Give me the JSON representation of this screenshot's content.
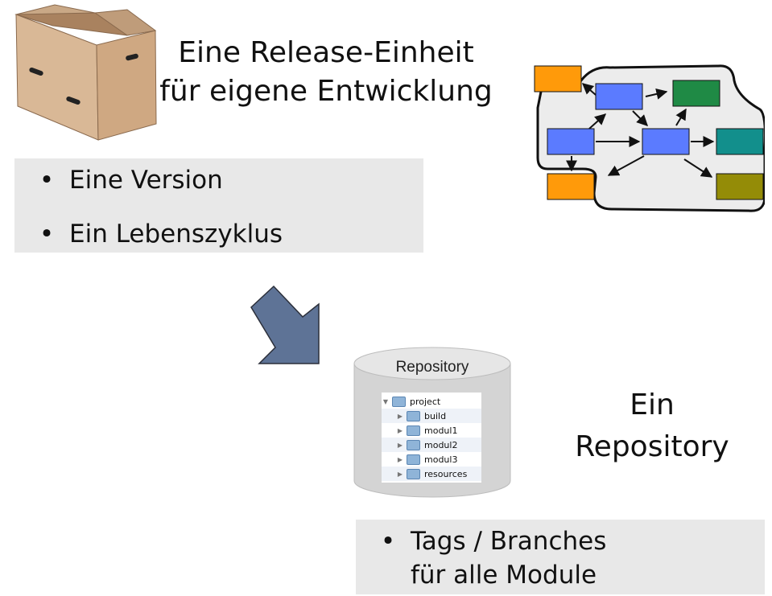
{
  "title": {
    "line1": "Eine Release-Einheit",
    "line2": "für eigene Entwicklung"
  },
  "top_bullets": {
    "marker": "•",
    "items": [
      "Eine Version",
      "Ein Lebenszyklus"
    ]
  },
  "repository": {
    "label": "Repository",
    "tree": {
      "root": "project",
      "children": [
        "build",
        "modul1",
        "modul2",
        "modul3",
        "resources"
      ]
    }
  },
  "ein_repository": {
    "line1": "Ein",
    "line2": "Repository"
  },
  "bottom_bullet": {
    "marker": "•",
    "line1": "Tags / Branches",
    "line2": "für alle Module"
  },
  "colors": {
    "box_bg": "#e8e8e8",
    "module_blue": "#5b7bff",
    "module_green": "#1f8a45",
    "module_teal": "#128f8c",
    "module_olive": "#948c07",
    "module_orange": "#ff9a0a",
    "arrow_fill": "#5e7396",
    "cylinder": "#d4d4d4"
  },
  "icons": [
    "cardboard-box-icon",
    "big-down-right-arrow-icon",
    "database-cylinder-icon",
    "folder-icon"
  ]
}
